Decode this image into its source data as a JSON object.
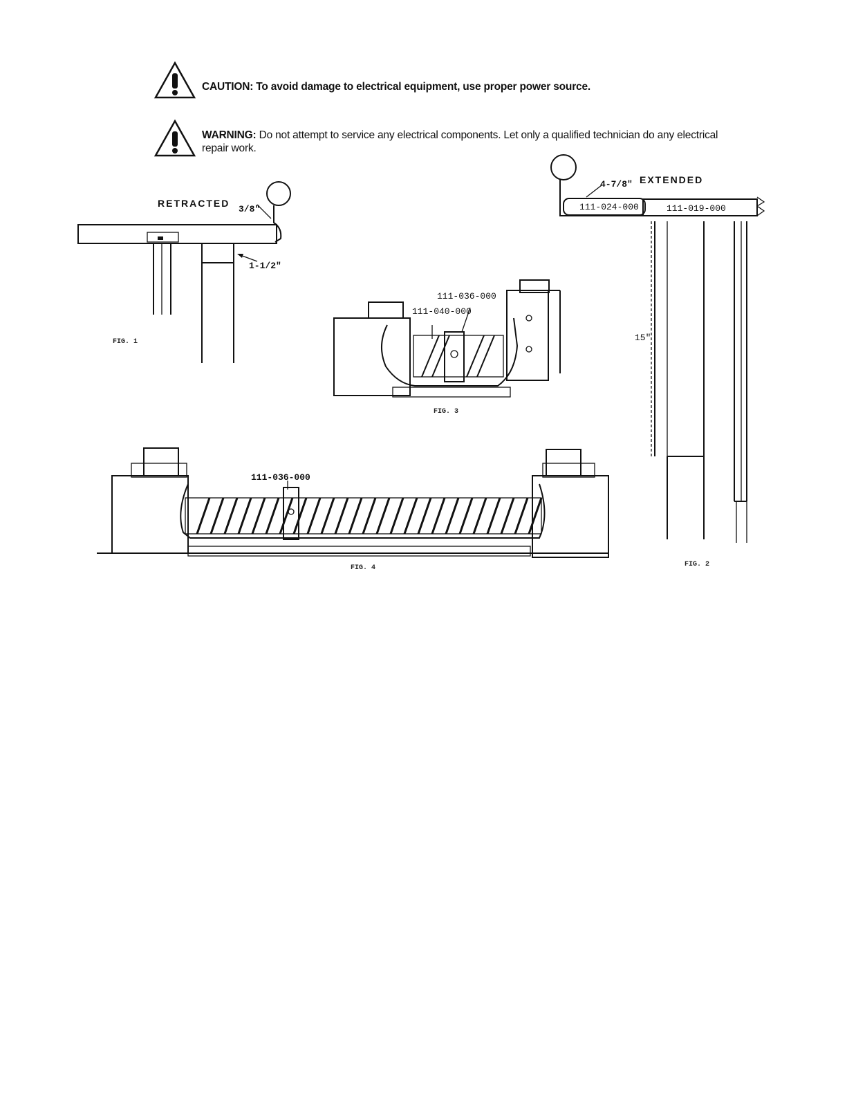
{
  "caution": {
    "label": "CAUTION:",
    "text": "To avoid damage to electrical equipment, use proper power source."
  },
  "warning": {
    "label": "WARNING:",
    "text": "Do not attempt to service any electrical components. Let only a qualified technician do any electrical repair work."
  },
  "fig1": {
    "caption": "FIG. 1",
    "retracted_label": "RETRACTED",
    "dim_top": "3/8\"",
    "dim_side": "1-1/2\""
  },
  "fig2": {
    "caption": "FIG. 2",
    "extended_label": "EXTENDED",
    "dim_top": "4-7/8\"",
    "part_a": "111-024-000",
    "part_b": "111-019-000",
    "dim_height": "15\""
  },
  "fig3": {
    "caption": "FIG. 3",
    "part_a": "111-036-000",
    "part_b": "111-040-000"
  },
  "fig4": {
    "caption": "FIG. 4",
    "part": "111-036-000"
  }
}
